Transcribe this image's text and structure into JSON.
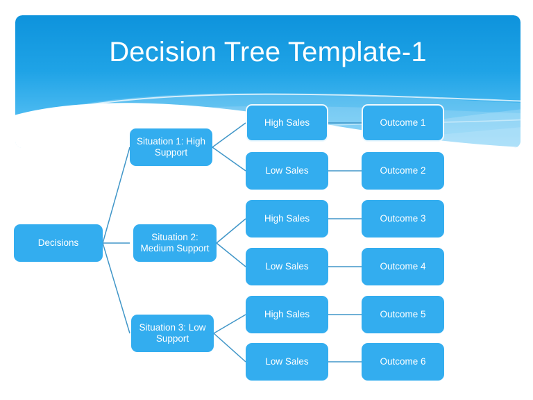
{
  "header": {
    "title": "Decision Tree Template-1",
    "gradient_top": "#0E97DD",
    "gradient_bottom": "#5CC3F5"
  },
  "theme": {
    "node_fill": "#33ADEF",
    "node_text": "#FFFFFF",
    "connector": "#4096C8",
    "canvas": "#FFFFFF"
  },
  "diagram": {
    "type": "decision-tree",
    "root": {
      "label": "Decisions"
    },
    "branches": [
      {
        "label": "Situation 1: High Support",
        "children": [
          {
            "label": "High Sales",
            "outcome": "Outcome 1"
          },
          {
            "label": "Low Sales",
            "outcome": "Outcome 2"
          }
        ]
      },
      {
        "label": "Situation 2: Medium Support",
        "children": [
          {
            "label": "High Sales",
            "outcome": "Outcome 3"
          },
          {
            "label": "Low Sales",
            "outcome": "Outcome 4"
          }
        ]
      },
      {
        "label": "Situation 3: Low Support",
        "children": [
          {
            "label": "High Sales",
            "outcome": "Outcome 5"
          },
          {
            "label": "Low Sales",
            "outcome": "Outcome 6"
          }
        ]
      }
    ]
  }
}
